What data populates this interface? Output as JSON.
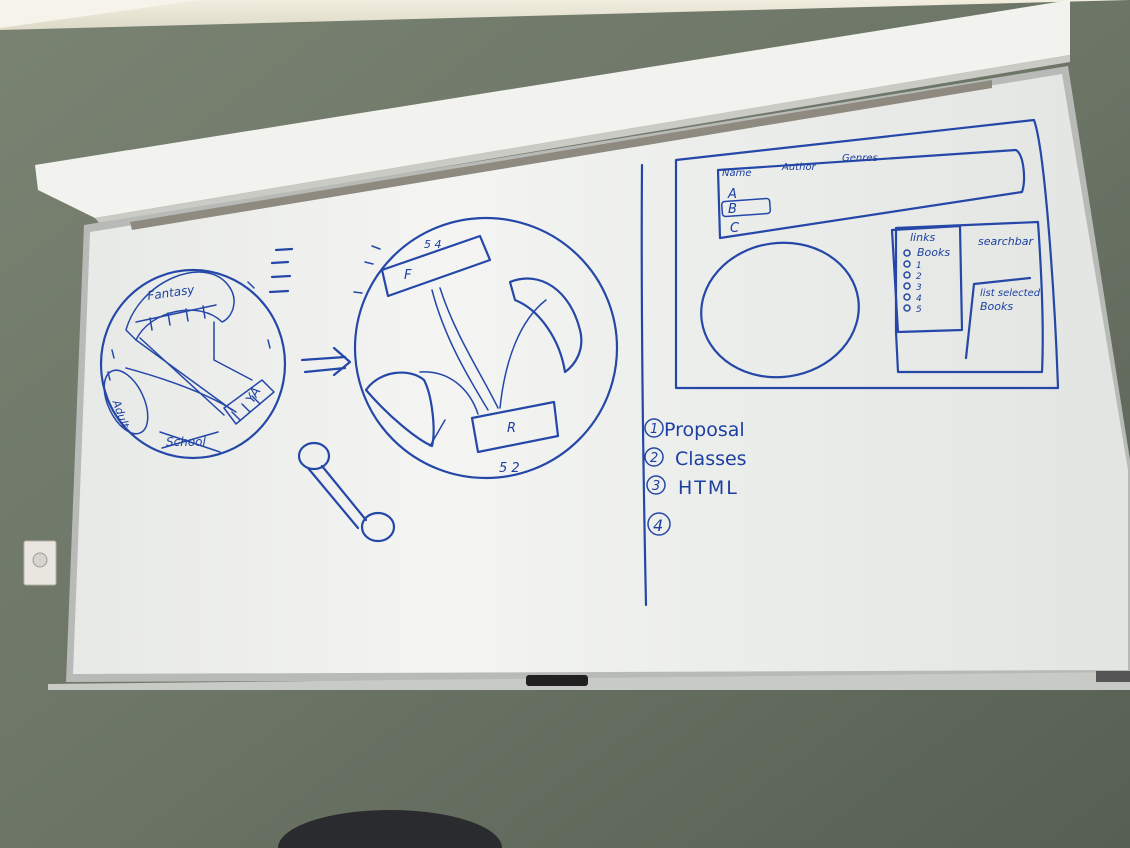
{
  "wireframe": {
    "header_labels": [
      "Name",
      "Author",
      "Genres"
    ],
    "list_items": [
      "A",
      "B",
      "C"
    ],
    "links_label": "links",
    "books_label": "Books",
    "book_numbers": [
      "1",
      "2",
      "3",
      "4",
      "5"
    ],
    "searchbar_label": "searchbar",
    "list_selected_label": "list selected",
    "list_selected_books": "Books"
  },
  "todo_list": {
    "items": [
      {
        "number": "1",
        "text": "Proposal"
      },
      {
        "number": "2",
        "text": "Classes"
      },
      {
        "number": "3",
        "text": "HTML"
      },
      {
        "number": "4",
        "text": ""
      }
    ]
  },
  "diagram_left": {
    "fantasy_label": "Fantasy",
    "adult_label": "Adult",
    "ya_label": "YA",
    "school_label": "School"
  },
  "diagram_right": {
    "top_label": "5 4",
    "box_f": "F",
    "box_r": "R",
    "bottom_label": "5 2"
  },
  "colors": {
    "wall": "#6f7869",
    "board": "#eef0ee",
    "marker": "#2547a8",
    "ceiling": "#e9e6d6"
  }
}
